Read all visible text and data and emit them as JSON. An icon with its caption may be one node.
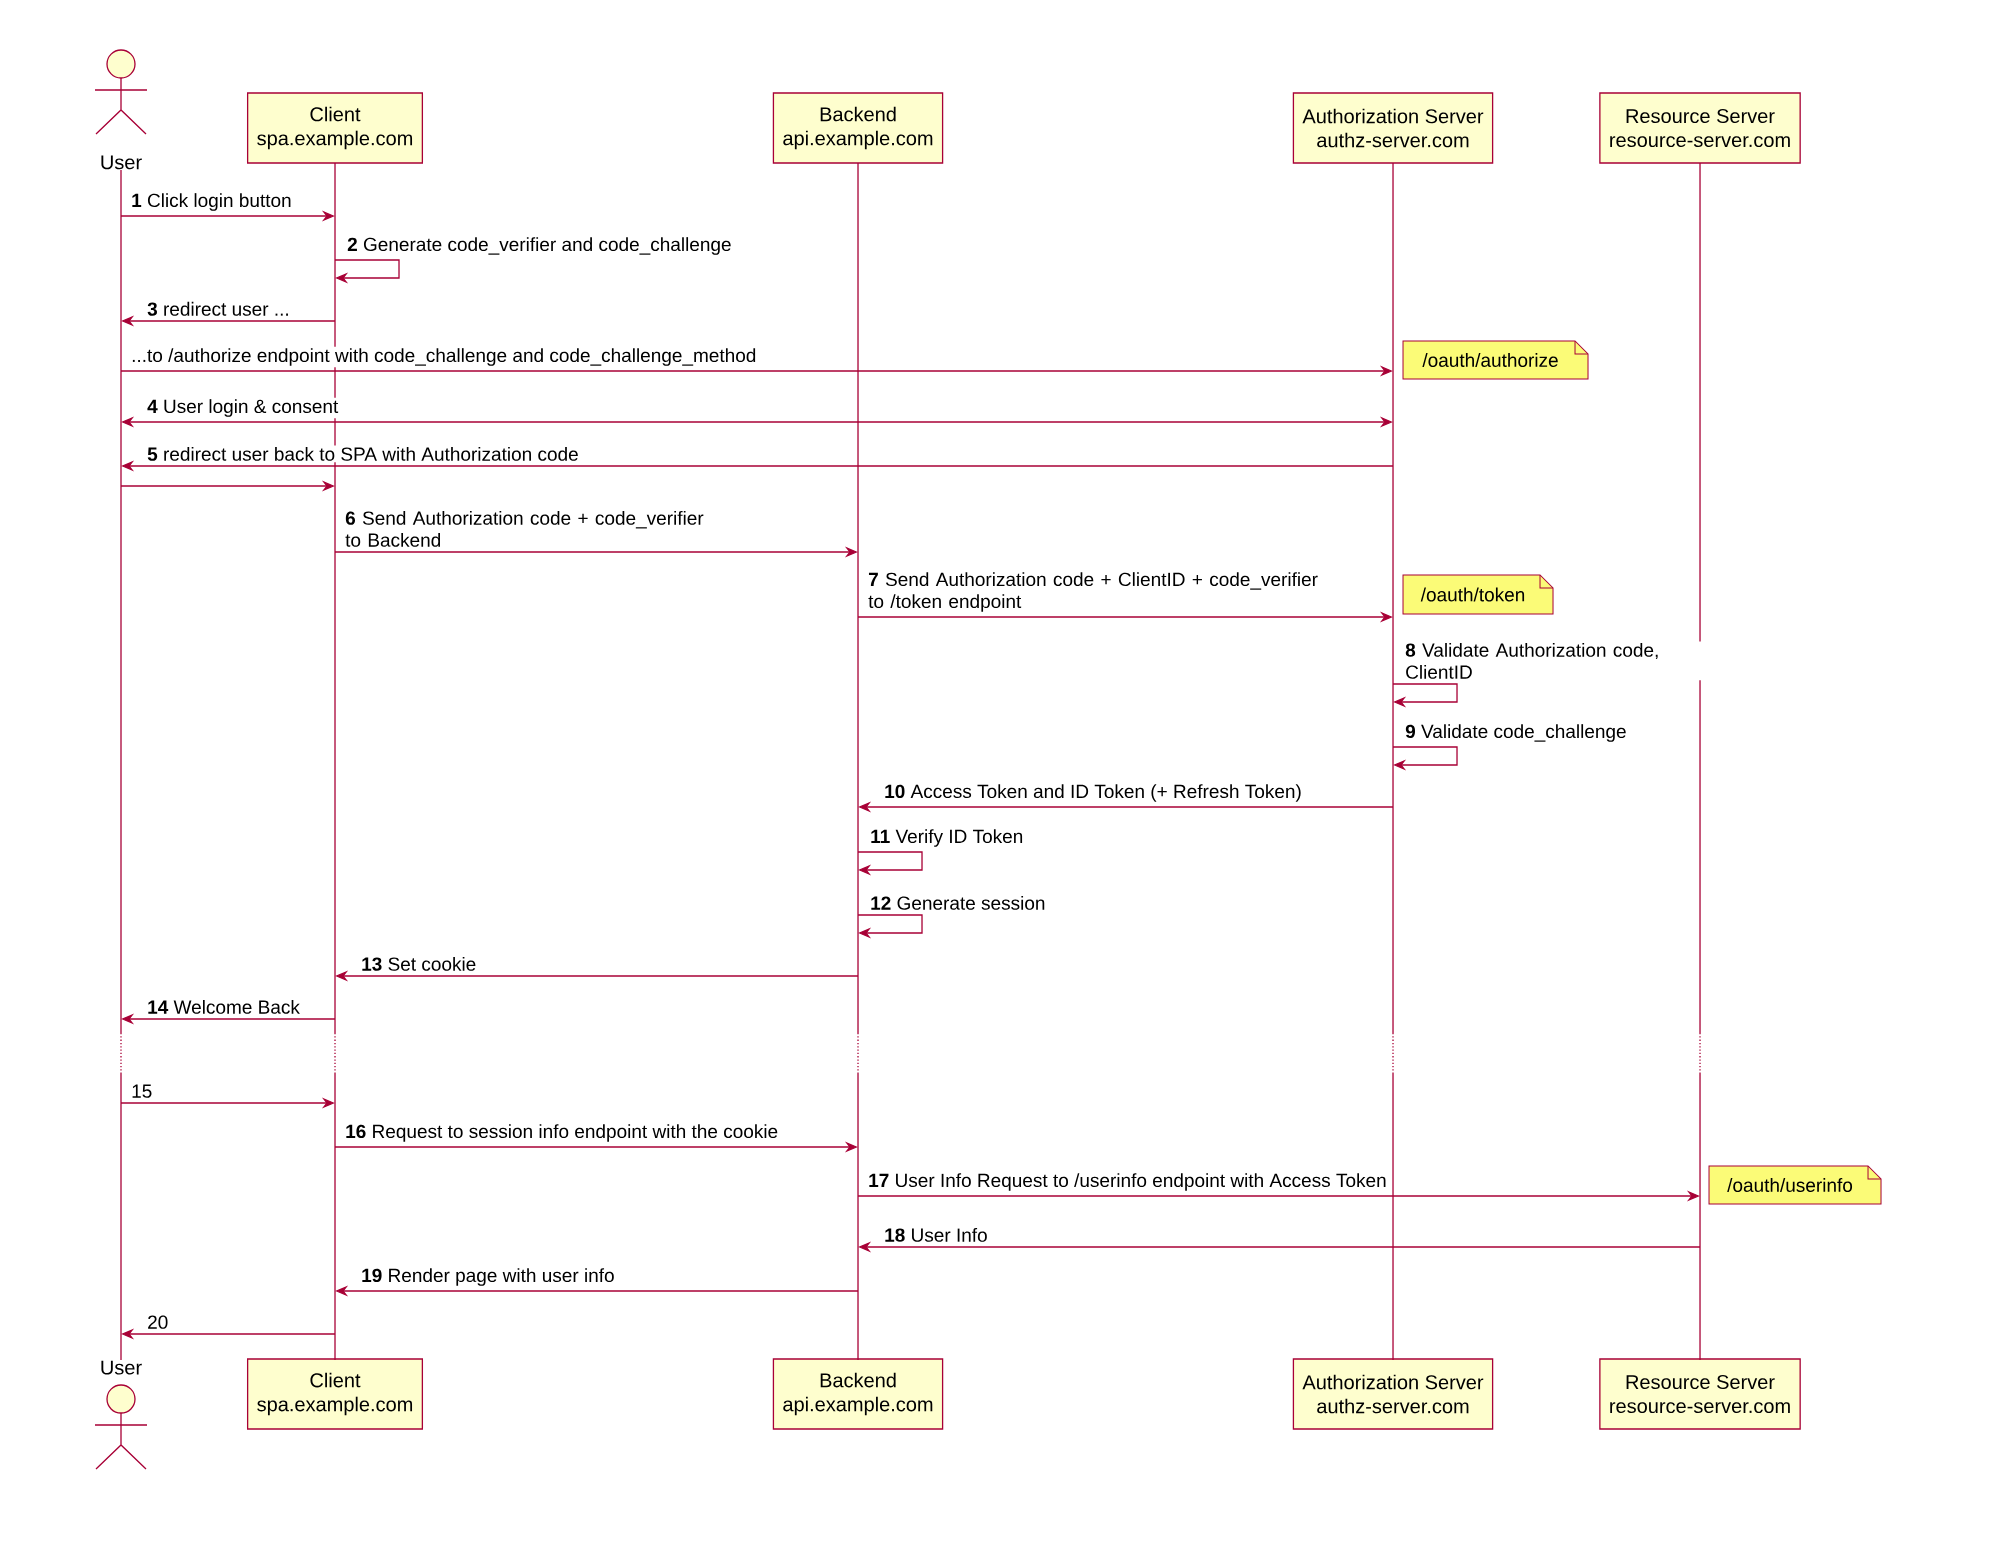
{
  "diagram": {
    "nodes": [
      {
        "text": [
          "User"
        ]
      },
      {
        "text": [
          "Client",
          "spa.example.com"
        ]
      },
      {
        "text": [
          "Backend",
          "api.example.com"
        ]
      },
      {
        "text": [
          "Authorization Server",
          "authz-server.com"
        ]
      },
      {
        "text": [
          "Resource Server",
          "resource-server.com"
        ]
      },
      {
        "text": [
          "User"
        ]
      },
      {
        "text": [
          "Client",
          "spa.example.com"
        ]
      },
      {
        "text": [
          "Backend",
          "api.example.com"
        ]
      },
      {
        "text": [
          "Authorization Server",
          "authz-server.com"
        ]
      },
      {
        "text": [
          "Resource Server",
          "resource-server.com"
        ]
      },
      {
        "text": [
          "/oauth/authorize"
        ]
      },
      {
        "text": [
          "/oauth/token"
        ]
      },
      {
        "text": [
          "/oauth/userinfo"
        ]
      },
      {
        "text": [],
        "shape": "bar"
      },
      {
        "text": [],
        "shape": "bar"
      },
      {
        "text": [],
        "shape": "bar"
      },
      {
        "text": [],
        "shape": "bar"
      },
      {
        "text": [],
        "shape": "bar"
      }
    ],
    "edges": [
      {
        "from": 13,
        "to": 14,
        "arrow": "to",
        "label": "**1** Click login button"
      },
      {
        "from": 14,
        "to": 14,
        "arrow": "to",
        "label": "**2** Generate code_verifier and code_challenge"
      },
      {
        "from": 14,
        "to": 13,
        "arrow": "to",
        "label": "**3** redirect user ..."
      },
      {
        "from": 13,
        "to": 16,
        "arrow": "to",
        "label": "...to /authorize endpoint with code_challenge and code_challenge_method"
      },
      {
        "from": 16,
        "to": 13,
        "arrow": "both",
        "label": "**4** User login & consent"
      },
      {
        "from": 16,
        "to": 13,
        "arrow": "to",
        "label": "**5** redirect user back to SPA with Authorization code"
      },
      {
        "from": 13,
        "to": 14,
        "arrow": "to"
      },
      {
        "from": 14,
        "to": 15,
        "arrow": "to",
        "label": "**6** Send Authorization code + code_verifier to Backend"
      },
      {
        "from": 15,
        "to": 16,
        "arrow": "to",
        "label": "**7** Send Authorization code + ClientID + code_verifier to /token endpoint"
      },
      {
        "from": 16,
        "to": 16,
        "arrow": "to",
        "label": "**8** Validate Authorization code, ClientID"
      },
      {
        "from": 16,
        "to": 16,
        "arrow": "to",
        "label": "**9** Validate code_challenge"
      },
      {
        "from": 16,
        "to": 15,
        "arrow": "to",
        "label": "**10** Access Token and ID Token (+ Refresh Token)"
      },
      {
        "from": 15,
        "to": 15,
        "arrow": "to",
        "label": "**11** Verify ID Token"
      },
      {
        "from": 15,
        "to": 15,
        "arrow": "to",
        "label": "**12** Generate session"
      },
      {
        "from": 15,
        "to": 14,
        "arrow": "to",
        "label": "**13** Set cookie"
      },
      {
        "from": 14,
        "to": 13,
        "arrow": "to",
        "label": "**14** Welcome Back"
      },
      {
        "from": 13,
        "to": 14,
        "arrow": "to",
        "label": "15"
      },
      {
        "from": 14,
        "to": 15,
        "arrow": "to",
        "label": "**16** Request to session info endpoint with the cookie"
      },
      {
        "from": 15,
        "to": 17,
        "arrow": "to",
        "label": "**17** User Info Request to /userinfo endpoint with Access Token"
      },
      {
        "from": 17,
        "to": 15,
        "arrow": "to",
        "label": "**18** User Info"
      },
      {
        "from": 15,
        "to": 14,
        "arrow": "to",
        "label": "**19** Render page with user info"
      },
      {
        "from": 14,
        "to": 13,
        "arrow": "to",
        "label": "20"
      }
    ]
  }
}
